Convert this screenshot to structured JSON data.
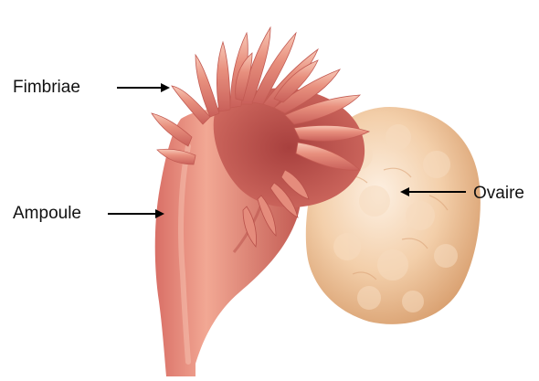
{
  "labels": {
    "fimbriae": "Fimbriae",
    "ampoule": "Ampoule",
    "ovaire": "Ovaire"
  },
  "colors": {
    "tube_light": "#f2a894",
    "tube_mid": "#e08070",
    "tube_dark": "#c25a52",
    "fimbria_tip": "#f8c9b8",
    "ovary_light": "#fbe3cc",
    "ovary_mid": "#f1c49c",
    "ovary_dark": "#d9a070",
    "arrow": "#000000",
    "text": "#111111"
  }
}
